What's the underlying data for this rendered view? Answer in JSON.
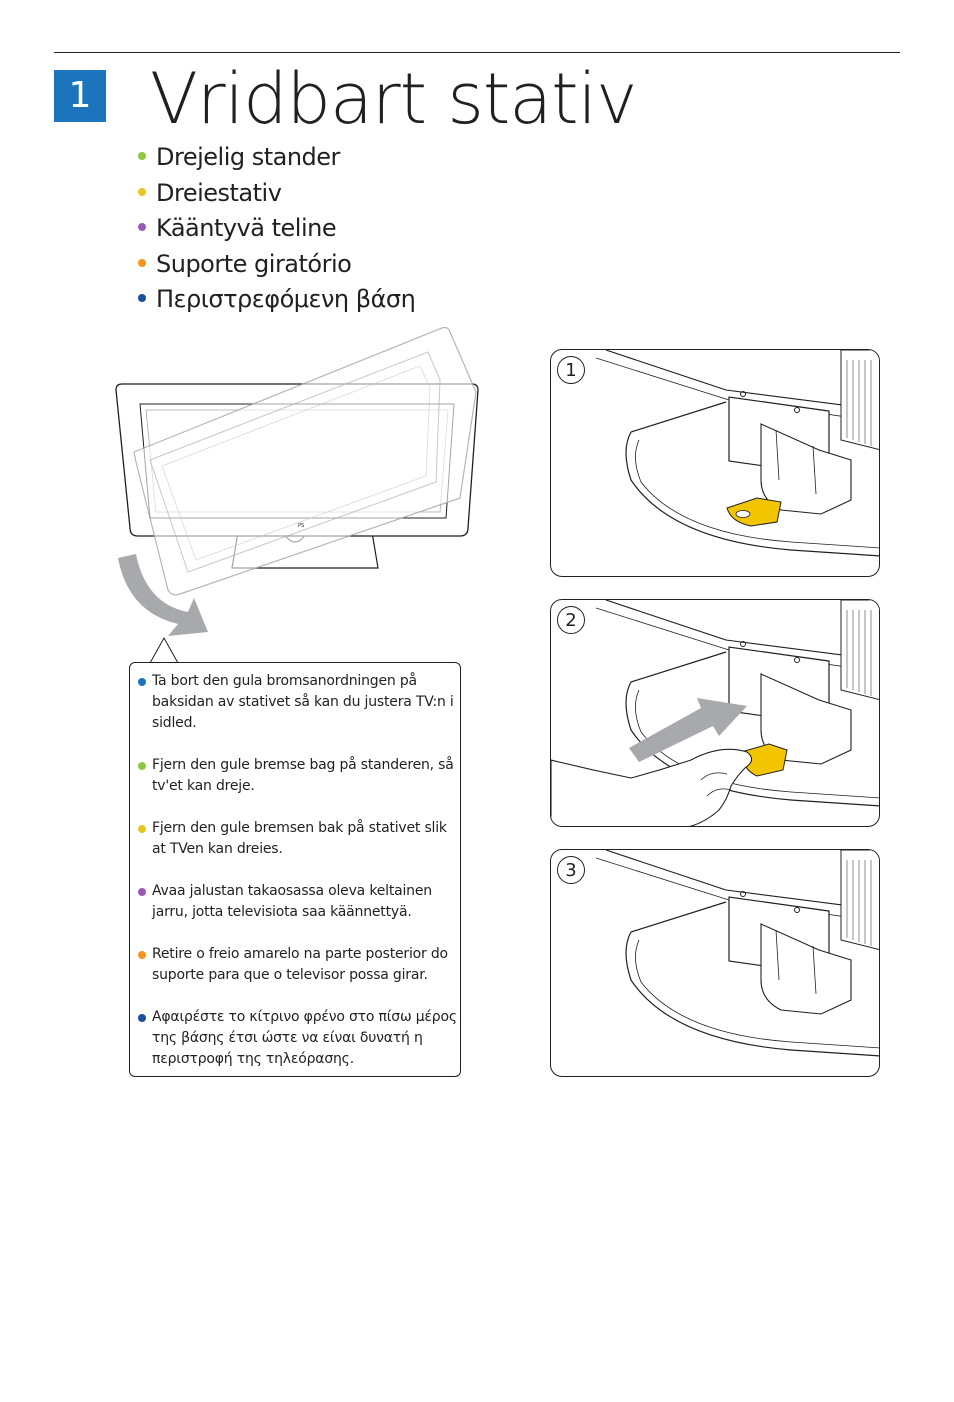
{
  "header": {
    "step_number": "1",
    "title": "Vridbart stativ",
    "badge_color": "#1c75bc"
  },
  "languages": [
    {
      "label": "Drejelig stander",
      "color": "#8dc63f"
    },
    {
      "label": "Dreiestativ",
      "color": "#e5c923"
    },
    {
      "label": "Kääntyvä teline",
      "color": "#9b59b6"
    },
    {
      "label": "Suporte giratório",
      "color": "#f7941d"
    },
    {
      "label": "Περιστρεφόμενη βάση",
      "color": "#1c4f9c"
    }
  ],
  "instructions": [
    {
      "text": "Ta bort den gula bromsanordningen på baksidan av stativet så kan du justera TV:n i sidled.",
      "color": "#1c75bc"
    },
    {
      "text": "Fjern den gule bremse bag på standeren, så tv'et kan dreje.",
      "color": "#8dc63f"
    },
    {
      "text": "Fjern den gule bremsen bak på stativet slik at TVen kan dreies.",
      "color": "#e5c923"
    },
    {
      "text": "Avaa jalustan takaosassa oleva keltainen jarru, jotta televisiota saa käännettyä.",
      "color": "#9b59b6"
    },
    {
      "text": "Retire o freio amarelo na parte posterior do suporte para que o televisor possa girar.",
      "color": "#f7941d"
    },
    {
      "text": "Αφαιρέστε το κίτρινο φρένο στο πίσω μέρος της βάσης έτσι ώστε να είναι δυνατή η περιστροφή της τηλεόρασης.",
      "color": "#1c4f9c"
    }
  ],
  "steps": [
    {
      "number": "1"
    },
    {
      "number": "2"
    },
    {
      "number": "3"
    }
  ],
  "colors": {
    "brake_yellow": "#f2c500",
    "arrow_gray": "#a7a9ac"
  }
}
